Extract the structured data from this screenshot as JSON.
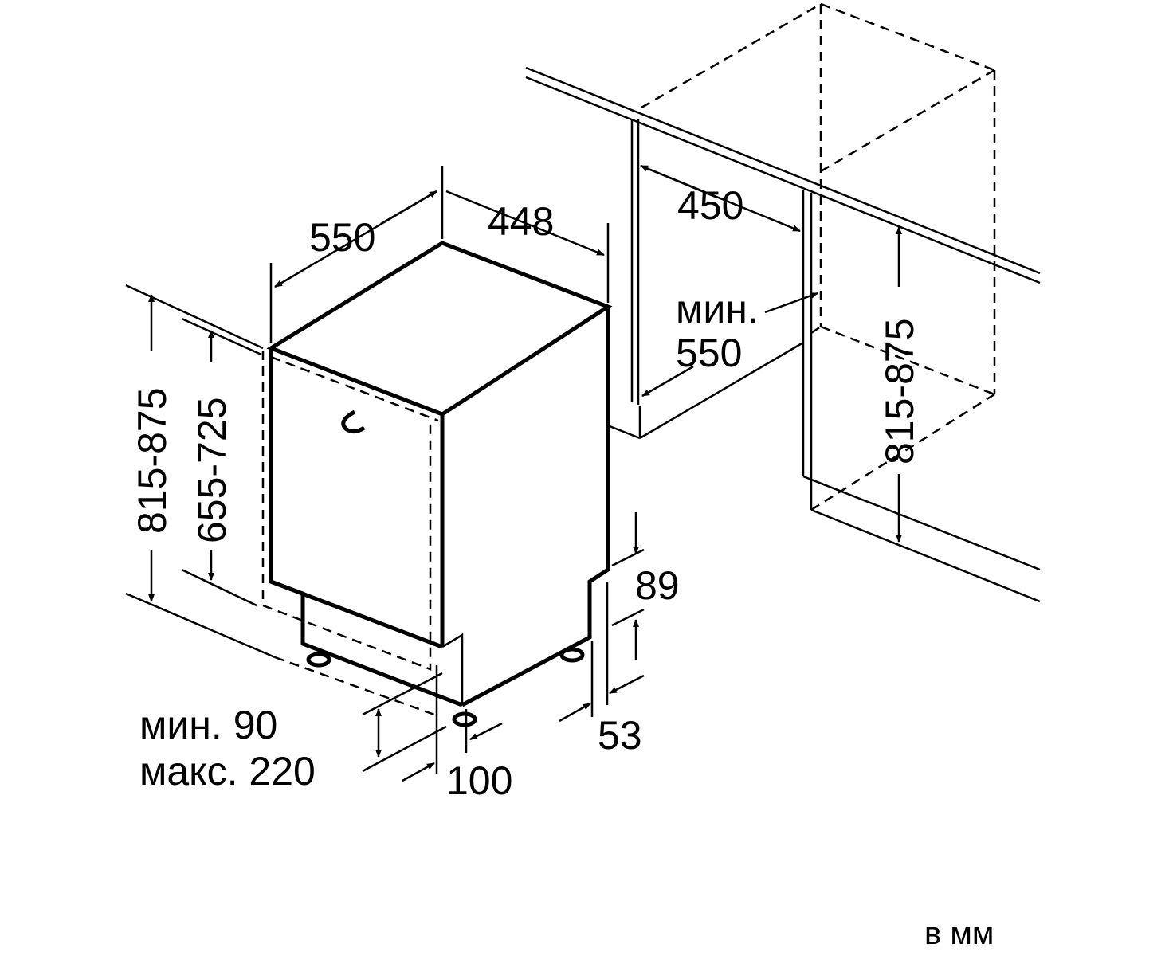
{
  "labels": {
    "depth": "550",
    "width": "448",
    "niche_width": "450",
    "niche_depth_min_1": "мин.",
    "niche_depth_min_2": "550",
    "height_left": "815-875",
    "door_height": "655-725",
    "height_right": "815-875",
    "plinth_top": "89",
    "plinth_side": "53",
    "plinth_min": "мин. 90",
    "plinth_max": "макс. 220",
    "foot_offset": "100",
    "units": "в мм"
  },
  "colors": {
    "line": "#000000",
    "background": "#ffffff"
  }
}
